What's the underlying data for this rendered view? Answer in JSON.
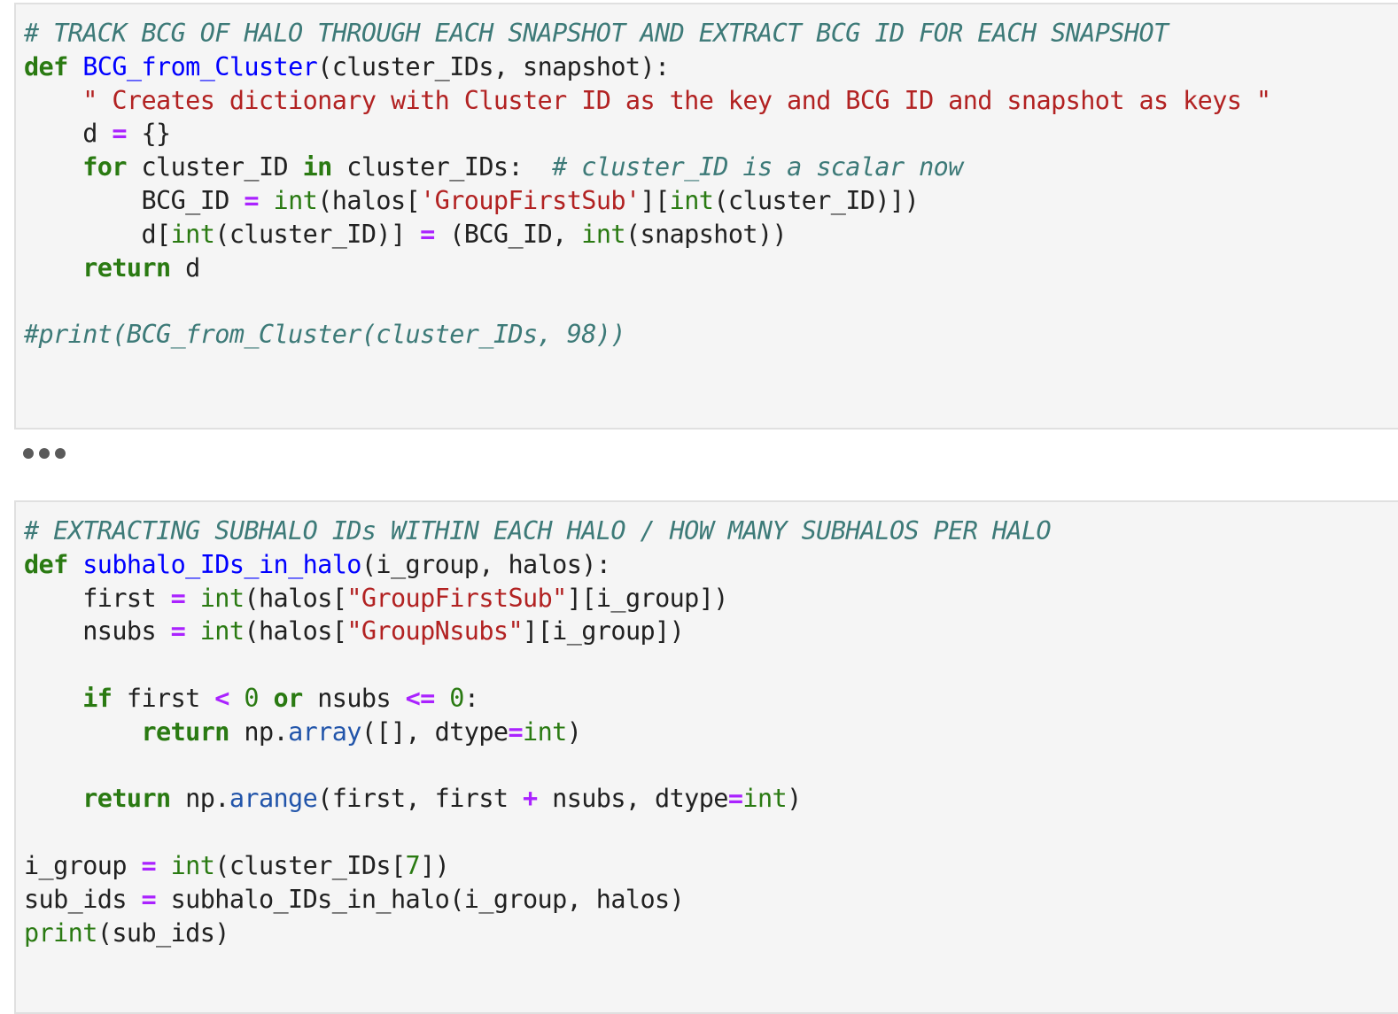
{
  "cells": [
    {
      "type": "code",
      "lines": [
        {
          "comment": "# TRACK BCG OF HALO THROUGH EACH SNAPSHOT AND EXTRACT BCG ID FOR EACH SNAPSHOT"
        },
        {
          "kw": "def",
          "fn": "BCG_from_Cluster",
          "rest": "(cluster_IDs, snapshot):"
        },
        {
          "indent": "    ",
          "string": "\" Creates dictionary with Cluster ID as the key and BCG ID and snapshot as keys \""
        },
        {
          "text": "    d ",
          "op": "=",
          "rest": " {}"
        },
        {
          "indent": "    ",
          "kw": "for",
          "mid": " cluster_ID ",
          "kw2": "in",
          "rest": " cluster_IDs:  ",
          "comment": "# cluster_ID is a scalar now"
        },
        {
          "text": "        BCG_ID ",
          "op": "=",
          "bi": "int",
          "a": "(halos[",
          "string": "'GroupFirstSub'",
          "b": "][",
          "bi2": "int",
          "c": "(cluster_ID)])"
        },
        {
          "text": "        d[",
          "bi": "int",
          "a": "(cluster_ID)] ",
          "op": "=",
          "b": " (BCG_ID, ",
          "bi2": "int",
          "c": "(snapshot))"
        },
        {
          "indent": "    ",
          "kw": "return",
          "rest": " d"
        },
        {
          "blank": ""
        },
        {
          "comment": "#print(BCG_from_Cluster(cluster_IDs, 98))"
        }
      ]
    },
    {
      "type": "collapsed-output",
      "label": "•••"
    },
    {
      "type": "code",
      "lines": [
        {
          "comment": "# EXTRACTING SUBHALO IDs WITHIN EACH HALO / HOW MANY SUBHALOS PER HALO"
        },
        {
          "kw": "def",
          "fn": "subhalo_IDs_in_halo",
          "rest": "(i_group, halos):"
        },
        {
          "text": "    first ",
          "op": "=",
          "bi": "int",
          "a": "(halos[",
          "string": "\"GroupFirstSub\"",
          "b": "][i_group])"
        },
        {
          "text": "    nsubs ",
          "op": "=",
          "bi": "int",
          "a": "(halos[",
          "string": "\"GroupNsubs\"",
          "b": "][i_group])"
        },
        {
          "blank": ""
        },
        {
          "indent": "    ",
          "kw": "if",
          "a": " first ",
          "op": "<",
          "num": "0",
          "kw2": "or",
          "b": " nsubs ",
          "op2": "<=",
          "num2": "0",
          "c": ":"
        },
        {
          "indent": "        ",
          "kw": "return",
          "a": " np.",
          "attr": "array",
          "b": "([], dtype",
          "op": "=",
          "bi": "int",
          "c": ")"
        },
        {
          "blank": ""
        },
        {
          "indent": "    ",
          "kw": "return",
          "a": " np.",
          "attr": "arange",
          "b": "(first, first ",
          "op": "+",
          "c": " nsubs, dtype",
          "op2": "=",
          "bi": "int",
          "d": ")"
        },
        {
          "blank": ""
        },
        {
          "text": "i_group ",
          "op": "=",
          "bi": "int",
          "a": "(cluster_IDs[",
          "num": "7",
          "b": "])"
        },
        {
          "text": "sub_ids ",
          "op": "=",
          "rest": " subhalo_IDs_in_halo(i_group, halos)"
        },
        {
          "bi": "print",
          "rest": "(sub_ids)"
        }
      ]
    }
  ]
}
